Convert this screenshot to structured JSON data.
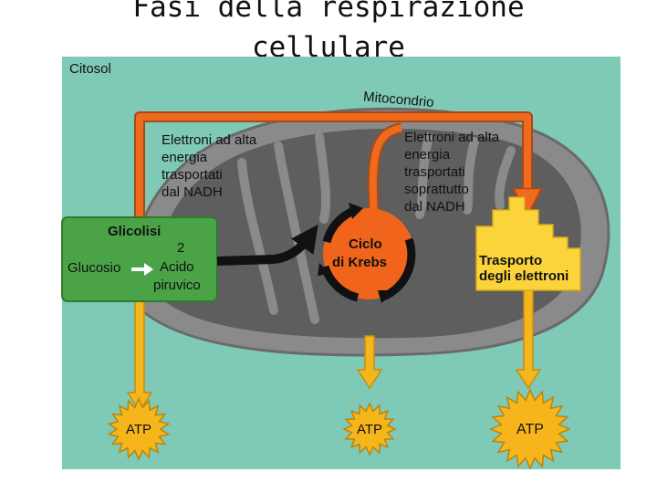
{
  "title": {
    "line1": "Fasi della respirazione",
    "line2": "cellulare"
  },
  "diagram": {
    "cytosol_label": "Citosol",
    "mitochondrion_label": "Mitocondrio",
    "electrons_left": [
      "Elettroni ad alta",
      "energia",
      "trasportati",
      "dal NADH"
    ],
    "electrons_right": [
      "Elettroni ad alta",
      "energia",
      "trasportati",
      "soprattutto",
      "dal NADH"
    ],
    "glycolysis": {
      "title": "Glicolisi",
      "input": "Glucosio",
      "output_count": "2",
      "output": [
        "Acido",
        "piruvico"
      ]
    },
    "krebs": [
      "Ciclo",
      "di Krebs"
    ],
    "electron_transport": [
      "Trasporto",
      "degli elettroni"
    ],
    "atp": [
      "ATP",
      "ATP",
      "ATP"
    ]
  },
  "colors": {
    "cytosol": "#7fc9b7",
    "mitochondrion_outer": "#8a8a8a",
    "mitochondrion_inner": "#5e5e5e",
    "electron_arrows": "#ee6a1f",
    "glycolysis_box": "#4aa447",
    "krebs": "#f0641c",
    "electron_transport": "#fbd43c",
    "atp_arrows": "#f3b61c",
    "atp_burst": "#f7b51c"
  }
}
